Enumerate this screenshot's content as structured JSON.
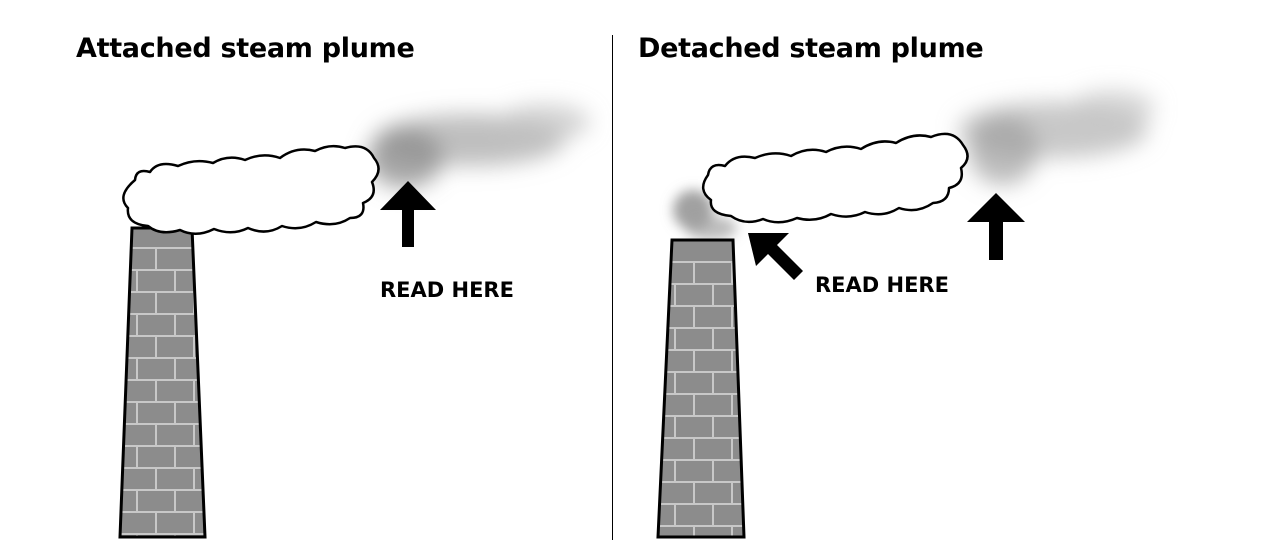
{
  "colors": {
    "brick_fill": "#8c8c8c",
    "mortar": "#c8c8c8",
    "outline": "#000000",
    "steam_cloud": "#ffffff",
    "plume_haze": "#a9a9a9",
    "arrow": "#000000"
  },
  "panels": {
    "attached": {
      "title": "Attached steam plume",
      "read_label": "READ HERE",
      "arrow_icon": "arrow-up-icon"
    },
    "detached": {
      "title": "Detached steam plume",
      "read_label": "READ HERE",
      "arrow_icon": "arrow-up-left-icon",
      "plume_arrow_icon": "arrow-up-icon"
    }
  }
}
